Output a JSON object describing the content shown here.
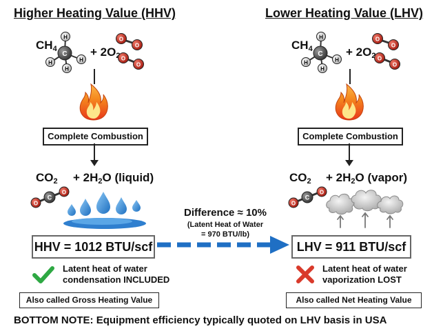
{
  "hhv": {
    "title": "Higher Heating Value (HHV)",
    "reactant_methane": "CH",
    "methane_sub": "4",
    "reactant_oxygen": "+ 2O",
    "oxygen_sub": "2",
    "step_label": "Complete Combustion",
    "product_co2": "CO",
    "co2_sub": "2",
    "product_water_prefix": "+ 2H",
    "water_sub": "2",
    "product_water_suffix": "O (liquid)",
    "result": "HHV = 1012 BTU/scf",
    "note_line1": "Latent heat of water",
    "note_line2": "condensation INCLUDED",
    "alias": "Also called Gross Heating Value"
  },
  "lhv": {
    "title": "Lower Heating Value (LHV)",
    "reactant_methane": "CH",
    "methane_sub": "4",
    "reactant_oxygen": "+ 2O",
    "oxygen_sub": "2",
    "step_label": "Complete Combustion",
    "product_co2": "CO",
    "co2_sub": "2",
    "product_water_prefix": "+ 2H",
    "water_sub": "2",
    "product_water_suffix": "O (vapor)",
    "result": "LHV = 911 BTU/scf",
    "note_line1": "Latent heat of water",
    "note_line2": "vaporization LOST",
    "alias": "Also called Net Heating Value"
  },
  "difference": {
    "headline": "Difference ≈ 10%",
    "detail_line1": "(Latent Heat of Water",
    "detail_line2": "= 970 BTU/lb)"
  },
  "atoms": {
    "carbon": "C",
    "hydrogen": "H",
    "oxygen": "O"
  },
  "bottom_note": "BOTTOM NOTE: Equipment efficiency typically quoted on LHV basis in USA",
  "colors": {
    "arrow_blue": "#1f6fc4",
    "water_blue": "#3a8fd8",
    "check_green": "#2ea843",
    "cross_red": "#d93a2b",
    "oxygen_red": "#c0392b",
    "carbon_gray": "#555555"
  },
  "icons": [
    "methane-molecule",
    "oxygen-molecule",
    "flame-icon",
    "co2-molecule",
    "water-droplets-icon",
    "steam-clouds-icon",
    "check-icon",
    "cross-icon"
  ]
}
